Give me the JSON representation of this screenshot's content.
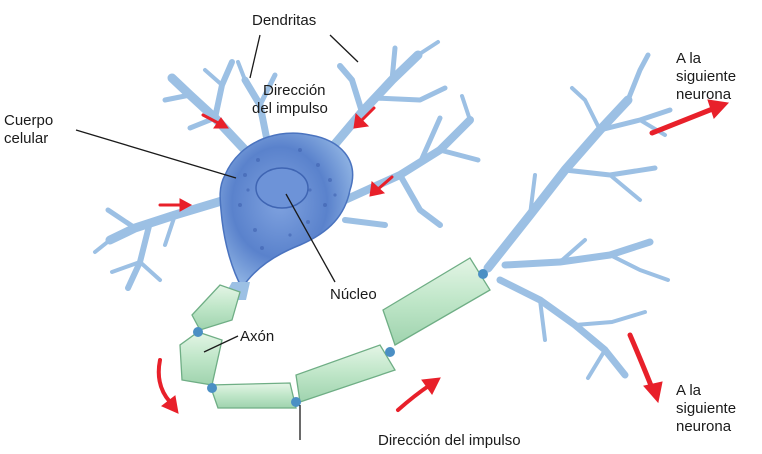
{
  "labels": {
    "dendritas": "Dendritas",
    "cuerpo_celular_1": "Cuerpo",
    "cuerpo_celular_2": "celular",
    "direccion_top_1": "Dirección",
    "direccion_top_2": "del impulso",
    "nucleo": "Núcleo",
    "axon": "Axón",
    "siguiente_top_1": "A la",
    "siguiente_top_2": "siguiente",
    "siguiente_top_3": "neurona",
    "siguiente_bottom_1": "A la",
    "siguiente_bottom_2": "siguiente",
    "siguiente_bottom_3": "neurona",
    "direccion_bottom": "Dirección del impulso"
  },
  "colors": {
    "dendrite": "#9cc0e4",
    "soma": "#5b85cf",
    "myelin": "#c8ead0",
    "arrow": "#e8202a"
  }
}
